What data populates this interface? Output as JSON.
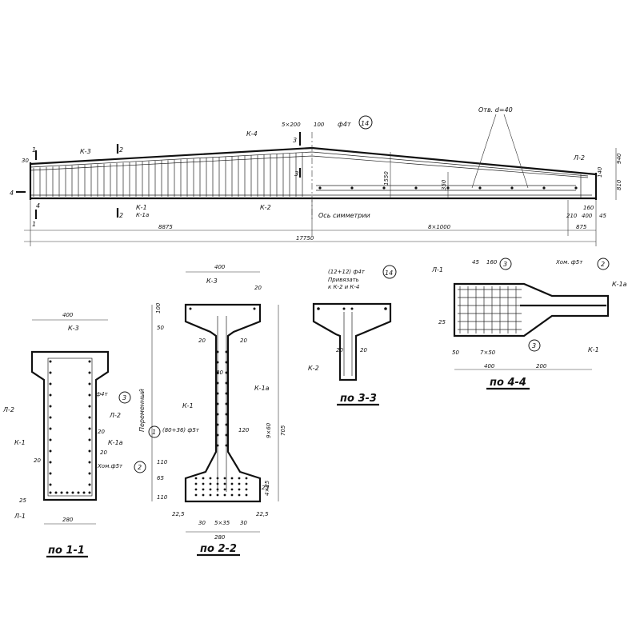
{
  "elevation": {
    "left_markers": [
      "1",
      "1",
      "2",
      "2",
      "4",
      "4"
    ],
    "section_marks": [
      "3",
      "3"
    ],
    "labels": [
      "К-3",
      "К-1",
      "К-1а",
      "К-2",
      "К-4",
      "Л-2"
    ],
    "top_dims": [
      "5×200",
      "100",
      "ф4т"
    ],
    "callout_14": "14",
    "opening_label": "Отв. d=40",
    "axis_label": "Ось симметрии",
    "dims": [
      "8875",
      "8×1000",
      "875",
      "17750",
      "1550",
      "350",
      "210",
      "400",
      "45",
      "160",
      "140",
      "940",
      "810",
      "30"
    ]
  },
  "section_1_1": {
    "title": "по 1-1",
    "labels": [
      "К-3",
      "Л-2",
      "Л-2",
      "К-1",
      "К-1а",
      "Л-1"
    ],
    "callouts": [
      "3",
      "2"
    ],
    "notes": [
      "ф4т",
      "20",
      "20",
      "Хом.ф5т",
      "20",
      "25"
    ],
    "dims": [
      "400",
      "280"
    ]
  },
  "section_2_2": {
    "title": "по 2-2",
    "labels": [
      "К-3",
      "К-1",
      "К-1а"
    ],
    "callout": "1",
    "side_label": "Переменный",
    "notes": [
      "(80+36) ф5т",
      "120"
    ],
    "dims": [
      "400",
      "50",
      "20",
      "20",
      "20",
      "80",
      "9×60",
      "705",
      "65",
      "110",
      "110",
      "4×25",
      "25",
      "22,5",
      "22,5",
      "30",
      "5×35",
      "30",
      "280",
      "100"
    ]
  },
  "section_3_3": {
    "title": "по 3-3",
    "header_note": "(12+12) ф4т",
    "callout": "14",
    "note2": "Привязать",
    "note3": "к К-2 и К-4",
    "labels": [
      "К-2",
      "20",
      "20"
    ]
  },
  "section_4_4": {
    "title": "по 4-4",
    "labels": [
      "Л-1",
      "К-1а",
      "К-1",
      "Хом. ф5т"
    ],
    "callouts": [
      "3",
      "2",
      "3"
    ],
    "dims": [
      "45",
      "160",
      "25",
      "50",
      "7×50",
      "400",
      "200"
    ]
  }
}
